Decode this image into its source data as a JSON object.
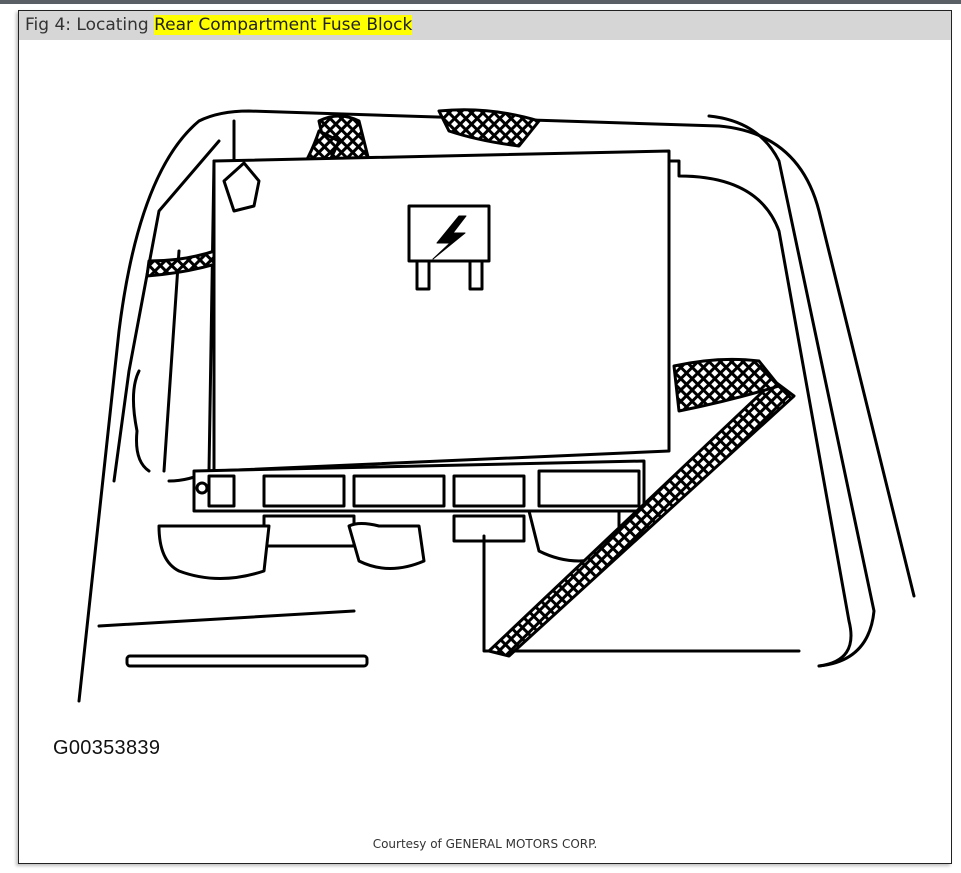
{
  "window": {
    "topbar_color": "#5a5f66"
  },
  "figure": {
    "title_prefix": "Fig 4: Locating ",
    "title_highlight": "Rear Compartment Fuse Block",
    "highlight_color": "#ffff00",
    "title_bar_color": "#d6d6d6",
    "figure_id": "G00353839",
    "caption": "Courtesy of GENERAL MOTORS CORP.",
    "icons": [
      "fuse-relay-lightning-icon"
    ]
  }
}
